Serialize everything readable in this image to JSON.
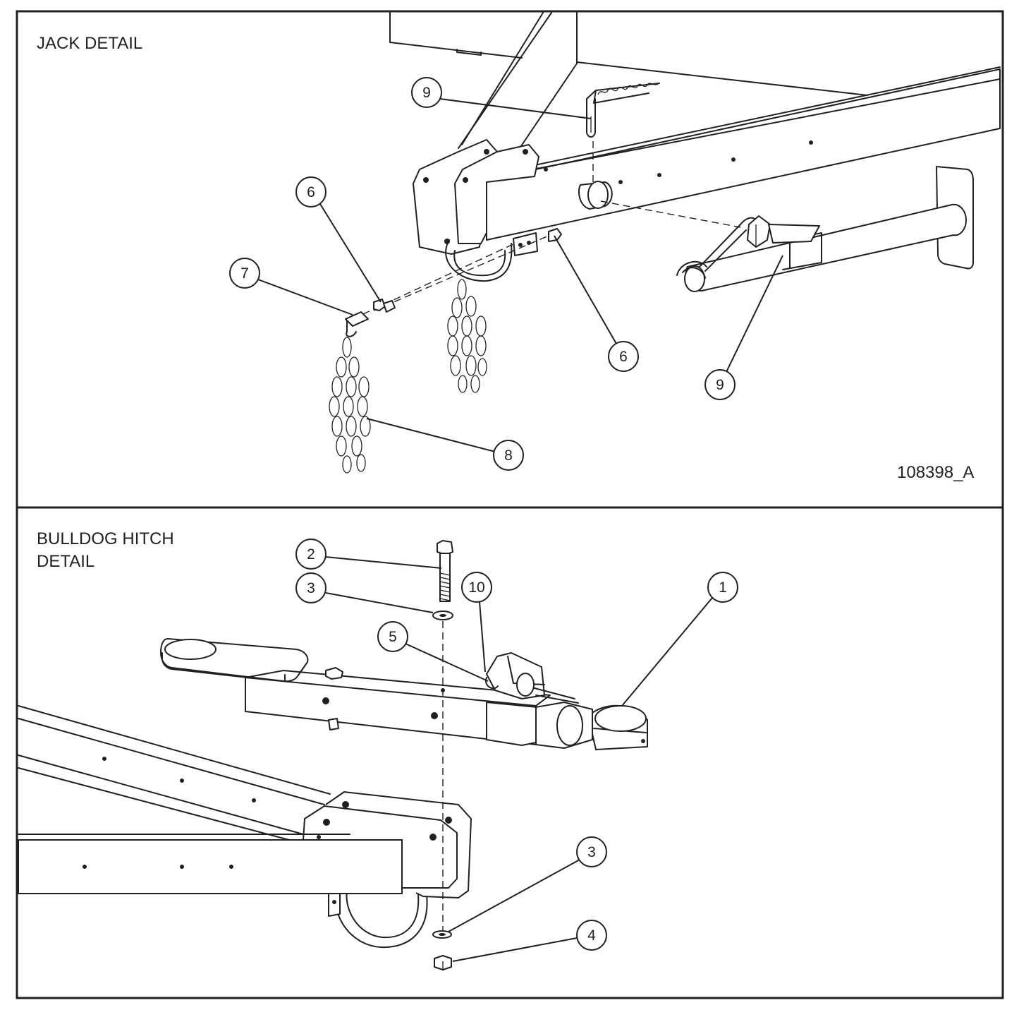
{
  "panels": {
    "jack": {
      "title": "JACK DETAIL",
      "drawing_id": "108398_A",
      "callouts": [
        {
          "num": "9"
        },
        {
          "num": "6"
        },
        {
          "num": "7"
        },
        {
          "num": "6"
        },
        {
          "num": "9"
        },
        {
          "num": "8"
        }
      ]
    },
    "hitch": {
      "title_line1": "BULLDOG HITCH",
      "title_line2": "DETAIL",
      "callouts": [
        {
          "num": "2"
        },
        {
          "num": "3"
        },
        {
          "num": "10"
        },
        {
          "num": "1"
        },
        {
          "num": "5"
        },
        {
          "num": "3"
        },
        {
          "num": "4"
        }
      ]
    }
  },
  "colors": {
    "line": "#231f20",
    "background": "#ffffff"
  }
}
